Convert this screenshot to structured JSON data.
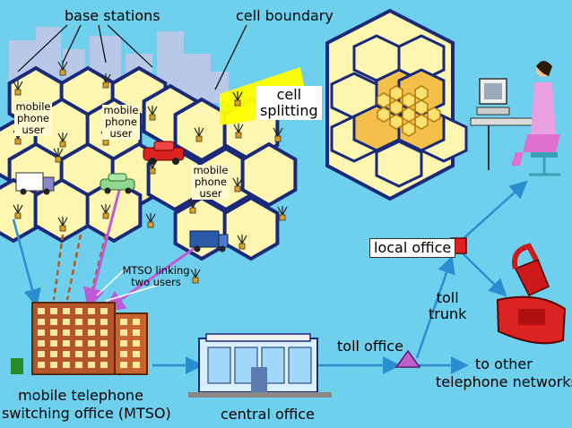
{
  "labels": {
    "base_stations": "base stations",
    "cell_boundary": "cell boundary",
    "cell_splitting_1": "cell",
    "cell_splitting_2": "splitting",
    "mobile_phone_user": [
      "mobile",
      "phone",
      "user"
    ],
    "mtso_linking": [
      "MTSO linking",
      "two users"
    ],
    "local_office": "local office",
    "toll_trunk": [
      "toll",
      "trunk"
    ],
    "toll_office": "toll office",
    "to_other_networks": [
      "to other",
      "telephone networks"
    ],
    "mtso_building": [
      "mobile telephone",
      "switching office (MTSO)"
    ],
    "central_office": "central office"
  },
  "colors": {
    "background": "#6fd0ee",
    "hex_fill": "#fdf6b0",
    "hex_stroke": "#1a2a7a",
    "arrow": "#2a8fd0",
    "link": "#c05ad8",
    "cell_split_beam": "#ffff00",
    "local_office_marker": "#e02020",
    "toll_office_marker": "#c060d0"
  },
  "icons": [
    "antenna-icon",
    "car-icon",
    "van-icon",
    "building-icon",
    "office-icon",
    "computer-user-icon",
    "telephone-icon"
  ]
}
